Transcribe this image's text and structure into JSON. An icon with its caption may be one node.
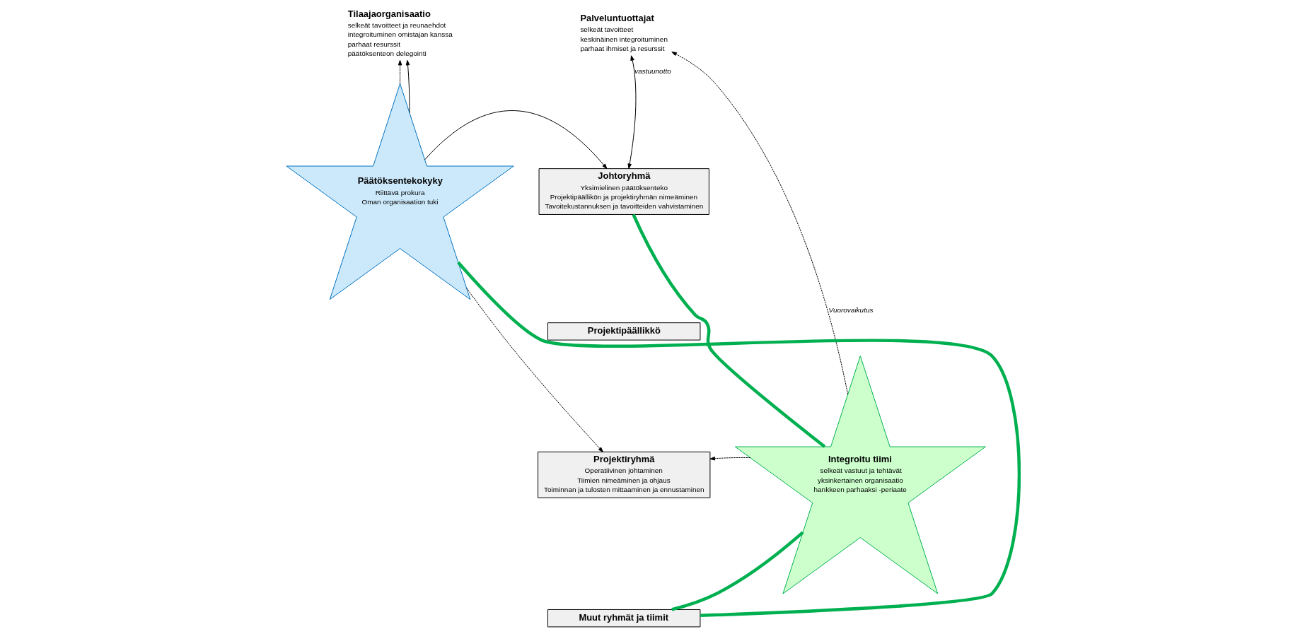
{
  "diagram": {
    "nodes": [
      {
        "text": [
          "Tilaajaorganisaatio",
          "selkeät tavoitteet ja reunaehdot",
          "integroituminen omistajan kanssa",
          "parhaat resurssit",
          "päätöksenteon delegointi"
        ]
      },
      {
        "text": [
          "Palveluntuottajat",
          "selkeät tavoitteet",
          "keskinäinen integroituminen",
          "parhaat ihmiset ja resurssit"
        ]
      },
      {
        "text": [
          "Päätöksentekokyky",
          "Riittävä prokura",
          "Oman organisaation tuki"
        ]
      },
      {
        "text": [
          "Johtoryhmä",
          "Yksimielinen päätöksenteko",
          "Projektipäällikön ja projektiryhmän nimeäminen",
          "Tavoitekustannuksen ja tavoitteiden vahvistaminen"
        ]
      },
      {
        "text": [
          "Projektipäällikkö"
        ]
      },
      {
        "text": [
          "Projektiryhmä",
          "Operatiivinen johtaminen",
          "Tiimien nimeäminen ja ohjaus",
          "Toiminnan ja tulosten mittaaminen ja ennustaminen"
        ]
      },
      {
        "text": [
          "Integroitu tiimi",
          "selkeät vastuut ja tehtävät",
          "yksinkertainen organisaatio",
          "hankkeen parhaaksi -periaate"
        ]
      },
      {
        "text": [
          "Muut ryhmät ja tiimit"
        ]
      }
    ],
    "edges": [
      {
        "from": 2,
        "to": 0,
        "arrow": "to",
        "style": "dashed"
      },
      {
        "from": 2,
        "to": 0,
        "arrow": "to"
      },
      {
        "from": 2,
        "to": 3,
        "arrow": "to"
      },
      {
        "from": 2,
        "to": 5,
        "arrow": "to",
        "style": "dashed"
      },
      {
        "from": 1,
        "to": 3,
        "arrow": "both",
        "label": "vastuunotto"
      },
      {
        "from": 6,
        "to": 1,
        "arrow": "to",
        "style": "dashed",
        "label": "Vuorovaikutus"
      },
      {
        "from": 6,
        "to": 5,
        "arrow": "to",
        "style": "dashed"
      },
      {
        "from": 3,
        "to": 6,
        "arrow": "none",
        "style": "thick",
        "color": "#00b050"
      },
      {
        "from": 6,
        "to": 7,
        "arrow": "none",
        "style": "thick",
        "color": "#00b050"
      },
      {
        "from": 7,
        "to": 2,
        "arrow": "none",
        "style": "thick",
        "color": "#00b050"
      }
    ]
  }
}
